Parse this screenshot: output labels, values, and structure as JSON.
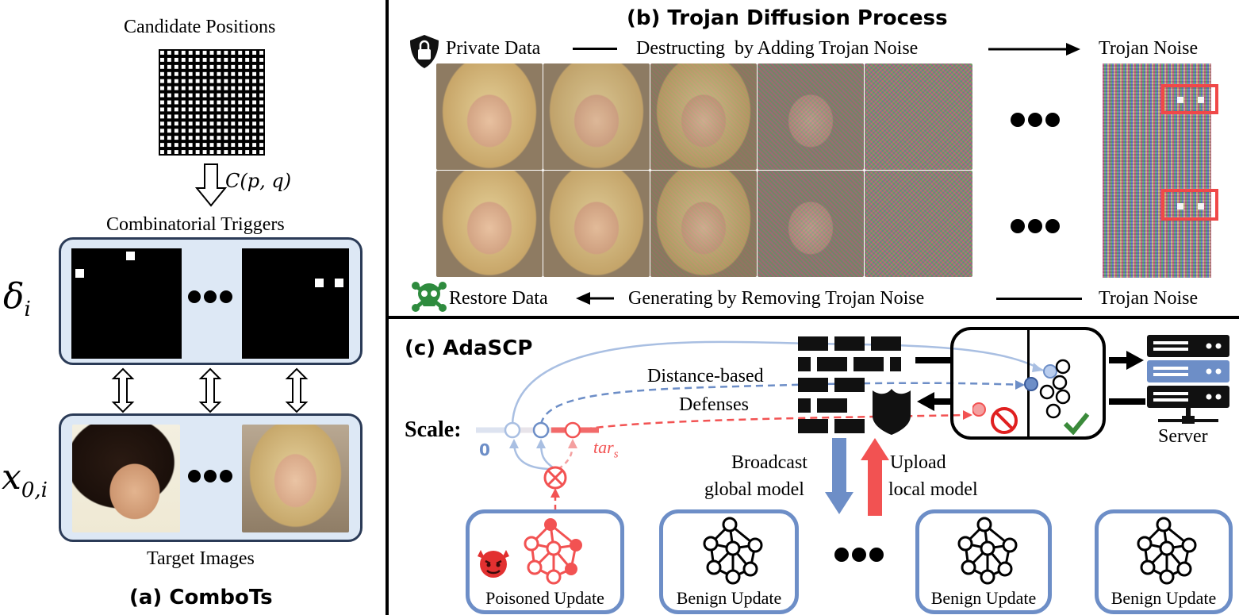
{
  "panel_a": {
    "candidate_positions": "Candidate Positions",
    "combination_formula": "C(p, q)",
    "combinatorial_triggers": "Combinatorial Triggers",
    "delta_symbol": "δ",
    "delta_subscript": "i",
    "x_symbol": "x",
    "x_subscript": "0,i",
    "target_images": "Target Images",
    "caption": "(a) ComboTs"
  },
  "panel_b": {
    "title": "(b) Trojan Diffusion Process",
    "private_data": "Private Data",
    "destructing_label": "Destructing  by Adding Trojan Noise",
    "trojan_noise_top": "Trojan Noise",
    "restore_data": "Restore Data",
    "generating_label": "Generating by Removing Trojan Noise",
    "trojan_noise_bottom": "Trojan Noise"
  },
  "panel_c": {
    "title": "(c) AdaSCP",
    "defense_line1": "Distance-based",
    "defense_line2": "Defenses",
    "scale_label": "Scale:",
    "scale_zero": "0",
    "scale_tar": "tar",
    "scale_tar_sub": "s",
    "broadcast_line1": "Broadcast",
    "broadcast_line2": "global model",
    "upload_line1": "Upload",
    "upload_line2": "local model",
    "server_label": "Server",
    "clients": [
      {
        "label": "Poisoned Update"
      },
      {
        "label": "Benign Update"
      },
      {
        "label": "Benign Update"
      },
      {
        "label": "Benign Update"
      }
    ]
  },
  "colors": {
    "blue_frame": "#6d8ec7",
    "light_blue_fill": "#dde8f5",
    "red_highlight": "#f04848",
    "blue_arrow": "#6d8ec7",
    "red_arrow": "#f25252"
  }
}
